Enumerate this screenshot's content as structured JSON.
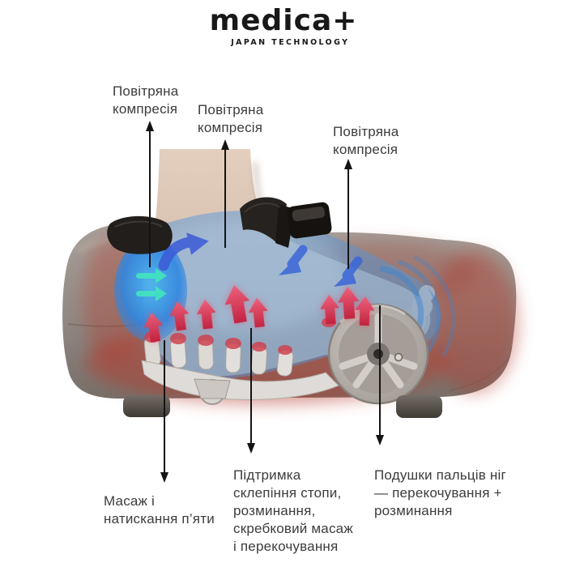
{
  "logo": {
    "brand": "medica+",
    "tagline": "JAPAN TECHNOLOGY"
  },
  "annotations": {
    "air_heel": {
      "text": "Повітряна\nкомпресія"
    },
    "air_instep": {
      "text": "Повітряна\nкомпресія"
    },
    "air_toes": {
      "text": "Повітряна\nкомпресія"
    },
    "heel": {
      "text": "Масаж і\nнатискання п’яти"
    },
    "arch": {
      "text": "Підтримка\nсклепіння стопи,\nрозминання,\nскребковий масаж\nі перекочування"
    },
    "toes": {
      "text": "Подушки пальців ніг\n— перекочування +\nрозминання"
    }
  },
  "colors": {
    "air_compression_blue": "#4f8fd4",
    "heel_bubble_blue": "#2f86e0",
    "compression_teal": "#42e2c0",
    "massage_red": "#d63b50",
    "heat_glow_red": "#b5372c",
    "body_gray": "#8e8680",
    "leader_line_black": "#141414",
    "skin_tone": "#d9c2b2"
  }
}
